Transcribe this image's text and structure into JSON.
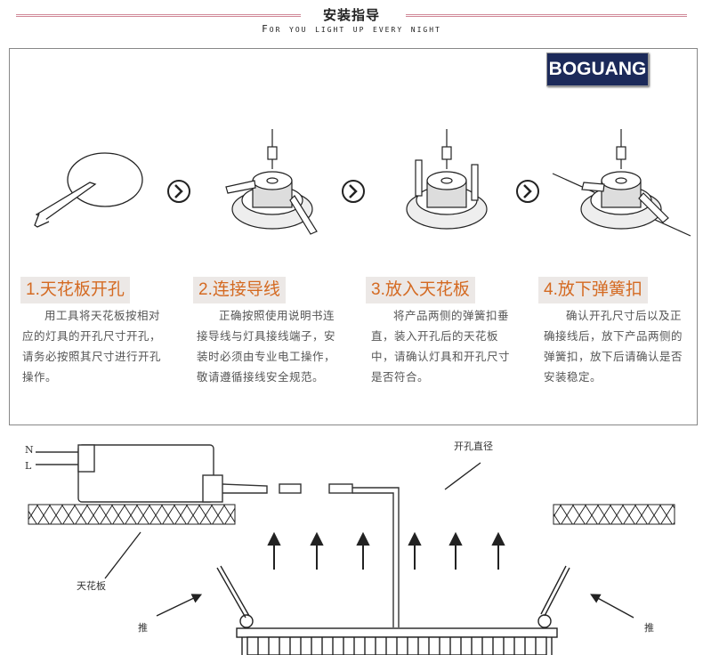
{
  "header": {
    "title": "安装指导",
    "subtitle": "For you light up every night"
  },
  "brand": {
    "logo_text": "BOGUANG"
  },
  "steps": [
    {
      "title": "1.天花板开孔",
      "desc": "用工具将天花板按相对应的灯具的开孔尺寸开孔，请务必按照其尺寸进行开孔操作。"
    },
    {
      "title": "2.连接导线",
      "desc": "正确按照使用说明书连接导线与灯具接线端子，安装时必须由专业电工操作，敬请遵循接线安全规范。"
    },
    {
      "title": "3.放入天花板",
      "desc": "将产品两侧的弹簧扣垂直，装入开孔后的天花板中，请确认灯具和开孔尺寸是否符合。"
    },
    {
      "title": "4.放下弹簧扣",
      "desc": "确认开孔尺寸后以及正确接线后，放下产品两侧的弹簧扣，放下后请确认是否安装稳定。"
    }
  ],
  "diagram": {
    "label_n": "N",
    "label_l": "L",
    "label_hole": "开孔直径",
    "label_ceiling": "天花板",
    "label_push_left": "推",
    "label_push_right": "推"
  },
  "icons": [
    "arrow-right-circle-icon",
    "arrow-right-circle-icon",
    "arrow-right-circle-icon"
  ]
}
